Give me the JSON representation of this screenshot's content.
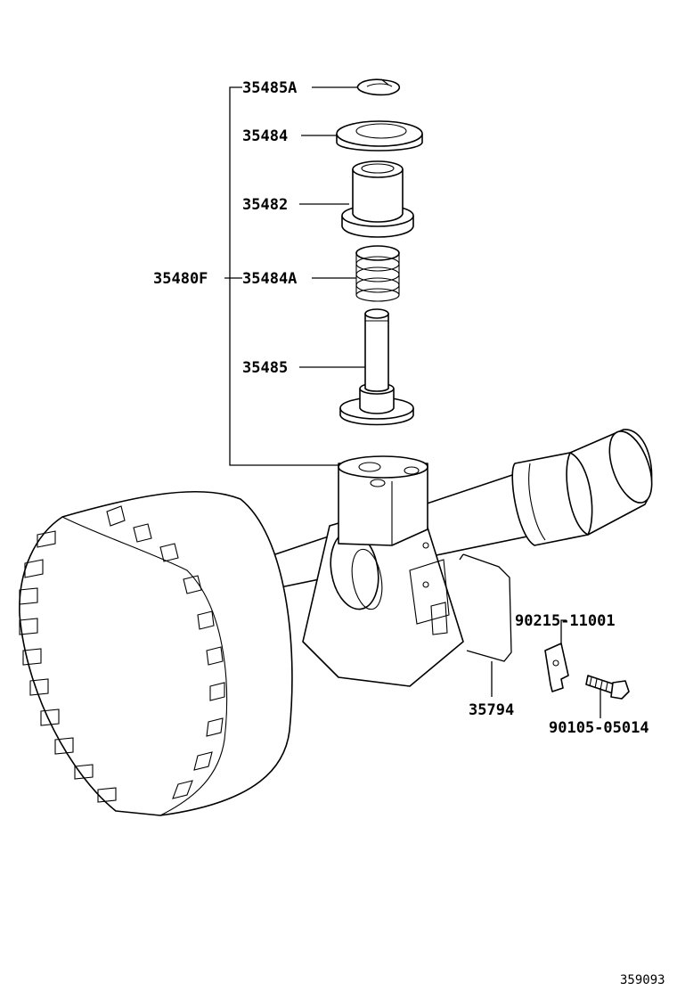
{
  "labels": {
    "assembly": "35480F",
    "p35485A": "35485A",
    "p35484": "35484",
    "p35482": "35482",
    "p35484A": "35484A",
    "p35485": "35485",
    "p90215": "90215-11001",
    "p35794": "35794",
    "p90105": "90105-05014"
  },
  "figure_number": "359093"
}
